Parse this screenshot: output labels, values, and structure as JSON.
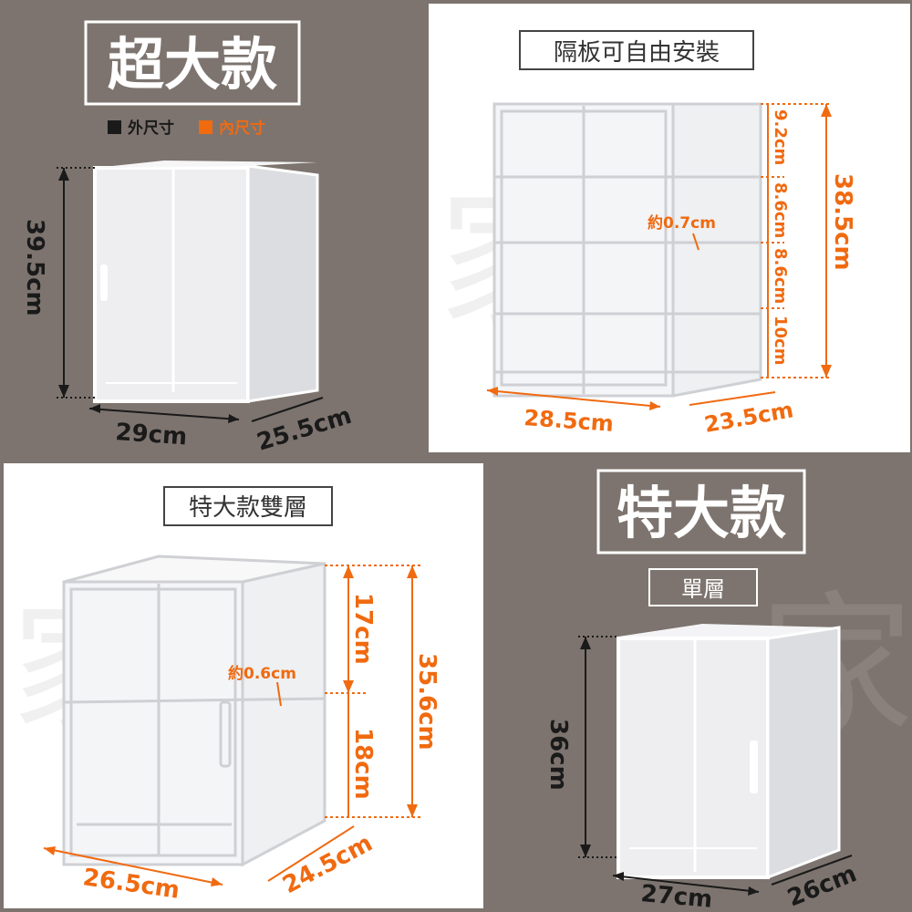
{
  "colors": {
    "background": "#7d746f",
    "accent": "#f06a10",
    "dark": "#1a1a1a"
  },
  "q1": {
    "title": "超大款",
    "legend_outer": "外尺寸",
    "legend_inner": "內尺寸",
    "height": "39.5cm",
    "width": "29cm",
    "depth": "25.5cm"
  },
  "q2": {
    "caption": "隔板可自由安裝",
    "h1": "9.2cm",
    "h2": "8.6cm",
    "h3": "8.6cm",
    "h4": "10cm",
    "total": "38.5cm",
    "thickness": "約0.7cm",
    "width": "28.5cm",
    "depth": "23.5cm"
  },
  "q3": {
    "caption": "特大款雙層",
    "top": "17cm",
    "bottom": "18cm",
    "total": "35.6cm",
    "thickness": "約0.6cm",
    "width": "26.5cm",
    "depth": "24.5cm"
  },
  "q4": {
    "title": "特大款",
    "subtitle": "單層",
    "height": "36cm",
    "width": "27cm",
    "depth": "26cm"
  }
}
